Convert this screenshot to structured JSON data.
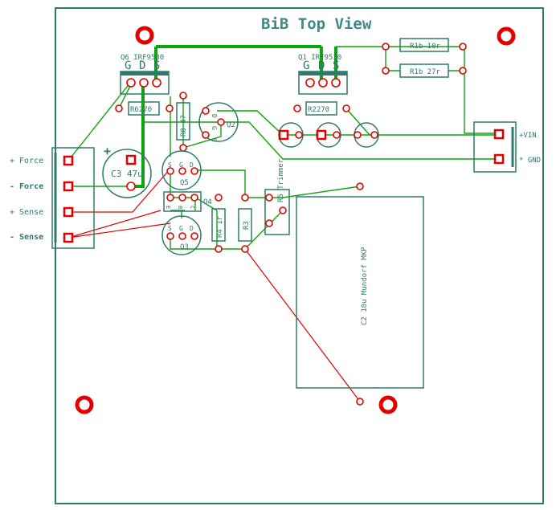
{
  "board": {
    "title": "BiB Top View"
  },
  "components": {
    "q6_label": "Q6 IRF9530",
    "q1_label": "Q1 IRF9530",
    "q6_pins": [
      "G",
      "D",
      "S"
    ],
    "q1_pins": [
      "G",
      "D",
      "S"
    ],
    "r1b_10": "R1b 10r",
    "r1b_27": "R1b 27r",
    "r6": "R6270",
    "r2": "R2270",
    "r8": "R8 47",
    "q2": "Q2",
    "q2_pins": [
      "D",
      "G",
      "S"
    ],
    "c3": "C3 47u",
    "c3_plus": "+",
    "q5": "Q5",
    "q5_pins": [
      "S",
      "G",
      "D"
    ],
    "q4": "Q4",
    "q4_pins": [
      "E",
      "B",
      "C"
    ],
    "q3": "Q3",
    "q3_pins": [
      "S",
      "G",
      "D"
    ],
    "r4": "R4 1r",
    "r3": "R3",
    "r5": "R5 Trimmer",
    "c2": "C2 10u Mundorf MKP"
  },
  "connectors": {
    "left": [
      "+ Force",
      "- Force",
      "+ Sense",
      "- Sense"
    ],
    "right": [
      "+VIN",
      "* GND"
    ]
  }
}
